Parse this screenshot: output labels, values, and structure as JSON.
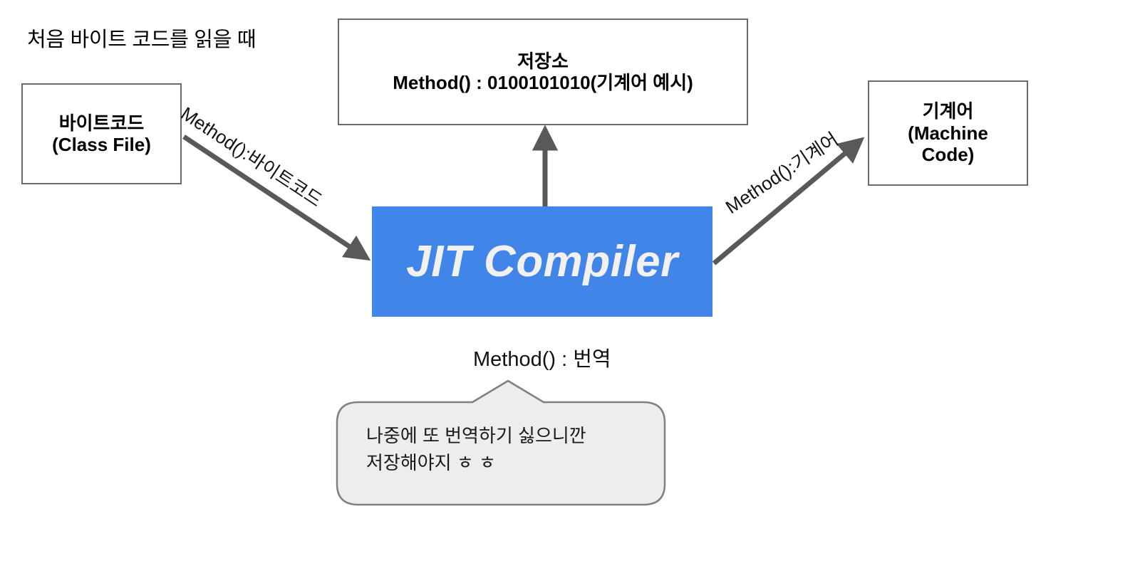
{
  "page": {
    "background_color": "#ffffff",
    "title_note": "처음 바이트 코드를 읽을 때"
  },
  "palette": {
    "jit_fill": "#4285e8",
    "jit_text": "#f1f1f1",
    "arrow_gray": "#595959",
    "box_border": "#6b6b6b",
    "callout_fill": "#ededed",
    "callout_border": "#808080",
    "text_black": "#000000"
  },
  "nodes": {
    "bytecode": {
      "line1": "바이트코드",
      "line2": "(Class File)"
    },
    "storage": {
      "line1": "저장소",
      "line2": "Method() : 0100101010(기계어 예시)"
    },
    "jit": {
      "label": "JIT Compiler"
    },
    "machine_code": {
      "line1": "기계어",
      "line2": "(Machine",
      "line3": "Code)"
    }
  },
  "edges": {
    "bytecode_to_jit": {
      "label": "Method():바이트코드",
      "direction": "down-right",
      "rotation_deg": 33.5
    },
    "jit_to_machine_code": {
      "label": "Method():기계어",
      "direction": "up-right",
      "rotation_deg": -33.5
    },
    "jit_to_storage": {
      "label": "",
      "direction": "up"
    },
    "translate_note": {
      "label": "Method() : 번역"
    }
  },
  "callout": {
    "line1": "나중에 또 번역하기 싫으니깐",
    "line2": "저장해야지  ㅎ ㅎ",
    "text": "나중에 또 번역하기 싫으니깐\n저장해야지  ㅎ ㅎ"
  }
}
